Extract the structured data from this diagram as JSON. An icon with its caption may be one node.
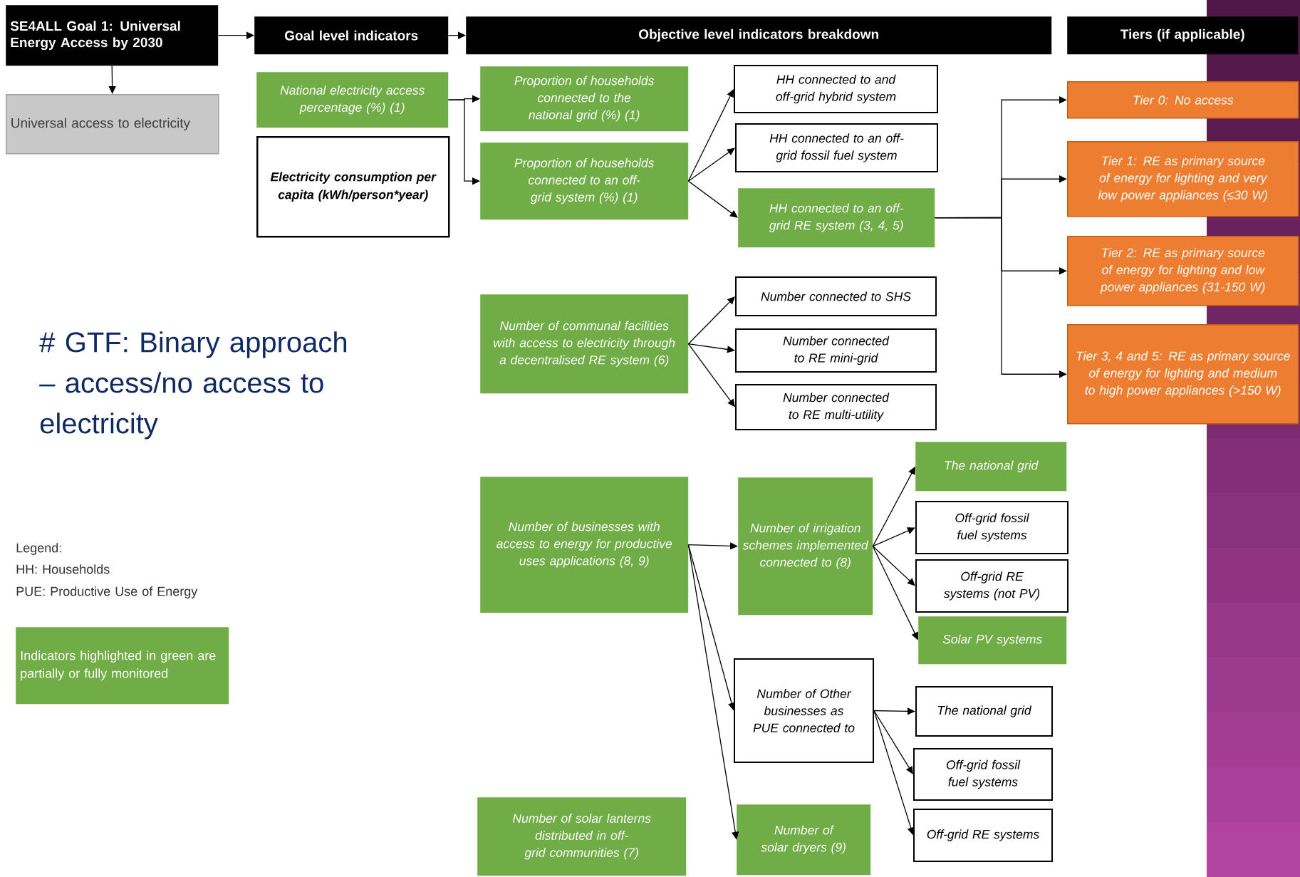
{
  "diagram": {
    "nodes": [
      {
        "text": [
          "SE4ALL Goal 1: Universal Energy Access by 2030"
        ]
      },
      {
        "text": [
          "Goal level indicators"
        ]
      },
      {
        "text": [
          "Objective level indicators breakdown"
        ]
      },
      {
        "text": [
          "Tiers (if applicable)"
        ]
      },
      {
        "text": [
          "Universal access to electricity"
        ]
      },
      {
        "text": [
          "National electricity access percentage (%) (1)"
        ]
      },
      {
        "text": [
          "Electricity consumption per capita (kWh/person*year)"
        ]
      },
      {
        "text": [
          "Proportion of households connected to the national grid (%) (1)"
        ]
      },
      {
        "text": [
          "Proportion of households connected to an off-grid system (%) (1)"
        ]
      },
      {
        "text": [
          "HH connected to and off-grid hybrid system"
        ]
      },
      {
        "text": [
          "HH connected to an off-grid fossil fuel system"
        ]
      },
      {
        "text": [
          "HH connected to an off-grid RE system (3, 4, 5)"
        ]
      },
      {
        "text": [
          "Number of communal facilities with access to electricity through a decentralised RE system (6)"
        ]
      },
      {
        "text": [
          "Number connected to SHS"
        ]
      },
      {
        "text": [
          "Number connected to RE mini-grid"
        ]
      },
      {
        "text": [
          "Number connected to RE multi-utility"
        ]
      },
      {
        "text": [
          "Tier 0: No access"
        ]
      },
      {
        "text": [
          "Tier 1: RE as primary source of energy for lighting and very low power appliances (≤30 W)"
        ]
      },
      {
        "text": [
          "Tier 2: RE as primary source of energy for lighting and low power appliances (31-150 W)"
        ]
      },
      {
        "text": [
          "Tier 3, 4 and 5: RE as primary source of energy for lighting and medium to high power appliances (>150 W)"
        ]
      },
      {
        "text": [
          "Number of businesses with access to energy for productive uses applications (8, 9)"
        ]
      },
      {
        "text": [
          "Number of irrigation schemes implemented connected to (8)"
        ]
      },
      {
        "text": [
          "The national grid"
        ]
      },
      {
        "text": [
          "Off-grid fossil fuel systems"
        ]
      },
      {
        "text": [
          "Off-grid RE systems (not PV)"
        ]
      },
      {
        "text": [
          "Solar PV systems"
        ]
      },
      {
        "text": [
          "Number of Other businesses as PUE connected to"
        ]
      },
      {
        "text": [
          "The national grid"
        ]
      },
      {
        "text": [
          "Off-grid fossil fuel systems"
        ]
      },
      {
        "text": [
          "Off-grid RE systems"
        ]
      },
      {
        "text": [
          "Number of solar dryers (9)"
        ]
      },
      {
        "text": [
          "Number of solar lanterns distributed in off-grid communities (7)"
        ]
      },
      {
        "text": [
          "Indicators highlighted in green are partially or fully monitored"
        ]
      }
    ],
    "edges": [
      {
        "from": 0,
        "to": 1,
        "arrow": "to"
      },
      {
        "from": 1,
        "to": 2,
        "arrow": "to"
      },
      {
        "from": 0,
        "to": 4,
        "arrow": "to"
      },
      {
        "from": 5,
        "to": 7,
        "arrow": "to"
      },
      {
        "from": 5,
        "to": 8,
        "arrow": "to"
      },
      {
        "from": 8,
        "to": 9,
        "arrow": "to"
      },
      {
        "from": 8,
        "to": 10,
        "arrow": "to"
      },
      {
        "from": 8,
        "to": 11,
        "arrow": "to"
      },
      {
        "from": 11,
        "to": 16,
        "arrow": "to"
      },
      {
        "from": 11,
        "to": 17,
        "arrow": "to"
      },
      {
        "from": 11,
        "to": 18,
        "arrow": "to"
      },
      {
        "from": 11,
        "to": 19,
        "arrow": "to"
      },
      {
        "from": 12,
        "to": 13,
        "arrow": "to"
      },
      {
        "from": 12,
        "to": 14,
        "arrow": "to"
      },
      {
        "from": 12,
        "to": 15,
        "arrow": "to"
      },
      {
        "from": 20,
        "to": 21,
        "arrow": "to"
      },
      {
        "from": 20,
        "to": 26,
        "arrow": "to"
      },
      {
        "from": 20,
        "to": 30,
        "arrow": "to"
      },
      {
        "from": 21,
        "to": 22,
        "arrow": "to"
      },
      {
        "from": 21,
        "to": 23,
        "arrow": "to"
      },
      {
        "from": 21,
        "to": 24,
        "arrow": "to"
      },
      {
        "from": 21,
        "to": 25,
        "arrow": "to"
      },
      {
        "from": 26,
        "to": 27,
        "arrow": "to"
      },
      {
        "from": 26,
        "to": 28,
        "arrow": "to"
      },
      {
        "from": 26,
        "to": 29,
        "arrow": "to"
      }
    ],
    "labels": [
      "# GTF: Binary approach – access/no access to electricity",
      "Legend:",
      "HH: Households",
      "PUE: Productive Use of Energy"
    ]
  }
}
